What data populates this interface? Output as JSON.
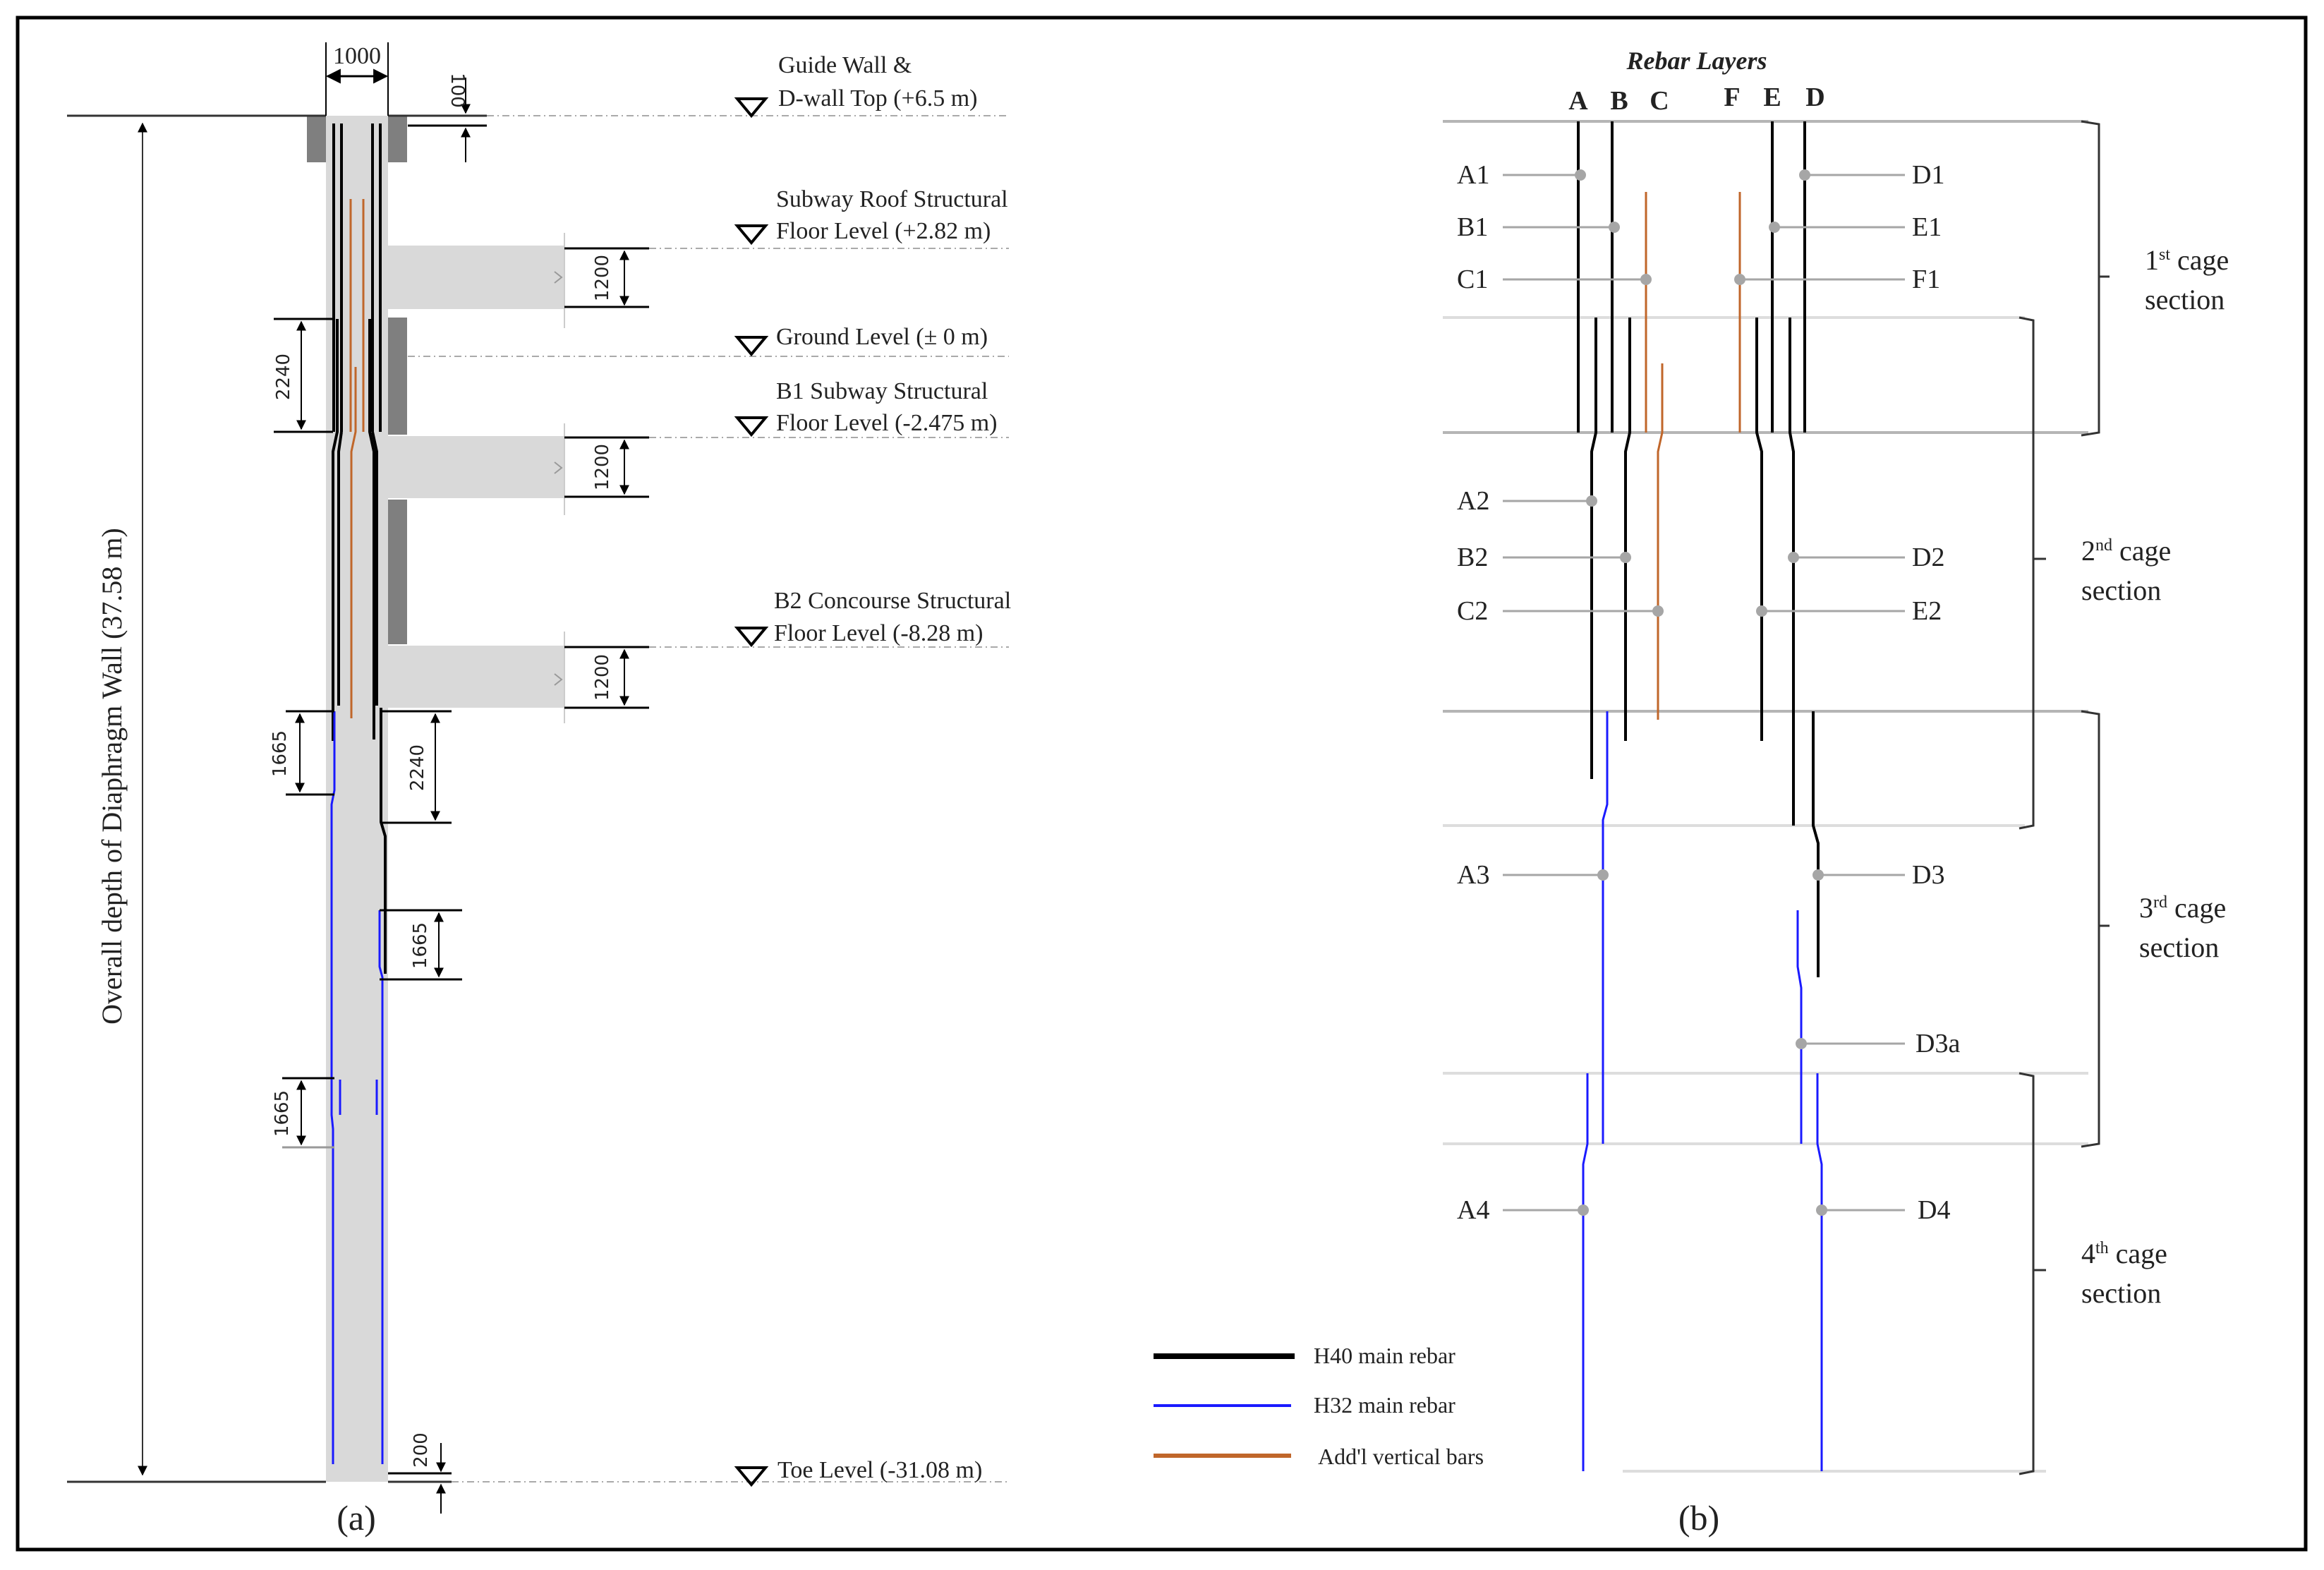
{
  "figure": {
    "panel_a": {
      "caption": "(a)",
      "overall_depth_label": "Overall depth of Diaphragm Wall (37.58 m)",
      "width_dimension": "1000",
      "dimensions": {
        "top_offset": "100",
        "slab_thickness_1": "1200",
        "slab_thickness_2": "1200",
        "slab_thickness_3": "1200",
        "lap_upper_left": "2240",
        "lap_mid_left": "1665",
        "lap_mid_right": "2240",
        "lap_lower_right": "1665",
        "lap_bottom_left": "1665",
        "toe_offset": "200"
      },
      "levels": [
        {
          "line1": "Guide Wall &",
          "line2": "D-wall Top (+6.5 m)"
        },
        {
          "line1": "Subway  Roof Structural",
          "line2": "Floor Level (+2.82 m)"
        },
        {
          "line1": "",
          "line2": "Ground Level (± 0 m)"
        },
        {
          "line1": "B1 Subway  Structural",
          "line2": "Floor Level (-2.475 m)"
        },
        {
          "line1": "B2 Concourse Structural",
          "line2": "Floor Level (-8.28 m)"
        },
        {
          "line1": "",
          "line2": "Toe Level (-31.08 m)"
        }
      ]
    },
    "panel_b": {
      "caption": "(b)",
      "title": "Rebar Layers",
      "columns": [
        "A",
        "B",
        "C",
        "F",
        "E",
        "D"
      ],
      "left_labels": {
        "A1": "A1",
        "B1": "B1",
        "C1": "C1",
        "A2": "A2",
        "B2": "B2",
        "C2": "C2",
        "A3": "A3",
        "A4": "A4"
      },
      "right_labels": {
        "D1": "D1",
        "E1": "E1",
        "F1": "F1",
        "D2": "D2",
        "E2": "E2",
        "D3": "D3",
        "D3a": "D3a",
        "D4": "D4"
      },
      "cage_sections": [
        {
          "ordinal": "1",
          "sup": "st",
          "line1": "cage",
          "line2": "section"
        },
        {
          "ordinal": "2",
          "sup": "nd",
          "line1": "cage",
          "line2": "section"
        },
        {
          "ordinal": "3",
          "sup": "rd",
          "line1": "cage",
          "line2": "section"
        },
        {
          "ordinal": "4",
          "sup": "th",
          "line1": "cage",
          "line2": "section"
        }
      ],
      "legend": [
        {
          "label": "H40 main rebar",
          "color": "#000000"
        },
        {
          "label": "H32 main rebar",
          "color": "#0000ff"
        },
        {
          "label": "Add'l vertical bars",
          "color": "#c0662a"
        }
      ]
    },
    "colors": {
      "concrete": "#d9d9d9",
      "guide_wall": "#7f7f7f",
      "h40": "#000000",
      "h32": "#1a1aff",
      "additional": "#c0662a",
      "marker": "#a6a6a6",
      "section_line": "#b5b5b5"
    }
  }
}
